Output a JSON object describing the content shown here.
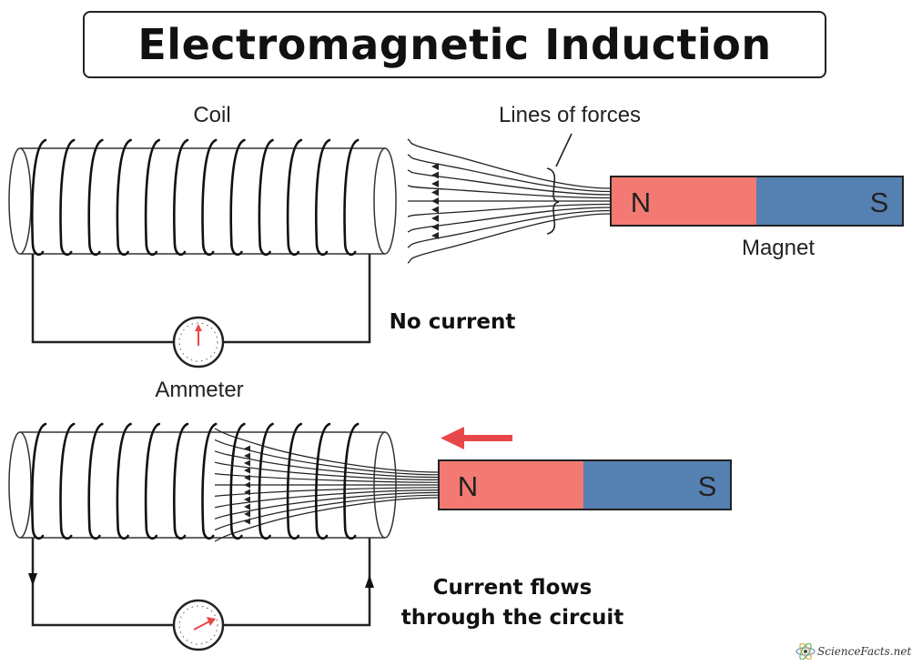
{
  "title": "Electromagnetic Induction",
  "labels": {
    "coil": "Coil",
    "lines_of_forces": "Lines of forces",
    "magnet": "Magnet",
    "no_current": "No current",
    "ammeter": "Ammeter",
    "current_flows_line1": "Current flows",
    "current_flows_line2": "through the circuit"
  },
  "magnet_poles": {
    "north": "N",
    "south": "S"
  },
  "brand": "ScienceFacts.net",
  "colors": {
    "north_pole": "#f27a72",
    "south_pole": "#5581b2",
    "arrow": "#e8474a",
    "outline": "#222222"
  },
  "icons": [
    "ammeter-icon",
    "motion-arrow-icon",
    "sciencefacts-logo-icon"
  ]
}
